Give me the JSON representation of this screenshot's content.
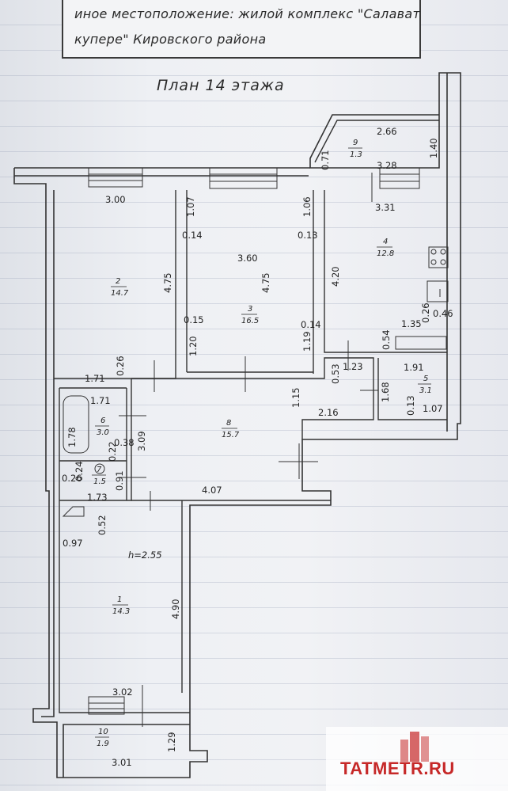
{
  "header": {
    "location_line1": "иное местоположение: жилой комплекс \"Салават",
    "location_line2": "купере\" Кировского района"
  },
  "plan_title": "План 14 этажа",
  "ceiling_height": "h=2.55",
  "rooms": [
    {
      "id": "1",
      "area": "14.3"
    },
    {
      "id": "2",
      "area": "14.7"
    },
    {
      "id": "3",
      "area": "16.5"
    },
    {
      "id": "4",
      "area": "12.8"
    },
    {
      "id": "5",
      "area": "3.1"
    },
    {
      "id": "6",
      "area": "3.0"
    },
    {
      "id": "7",
      "area": "1.5"
    },
    {
      "id": "8",
      "area": "15.7"
    },
    {
      "id": "9",
      "area": "1.3"
    },
    {
      "id": "10",
      "area": "1.9"
    }
  ],
  "dimensions": {
    "d_2_66": "2.66",
    "d_1_40": "1.40",
    "d_0_71": "0.71",
    "d_3_28": "3.28",
    "d_3_31": "3.31",
    "d_3_00": "3.00",
    "d_1_07": "1.07",
    "d_1_06": "1.06",
    "d_0_14a": "0.14",
    "d_0_13": "0.13",
    "d_3_60": "3.60",
    "d_4_75a": "4.75",
    "d_4_75b": "4.75",
    "d_4_20": "4.20",
    "d_0_15": "0.15",
    "d_0_14b": "0.14",
    "d_1_20": "1.20",
    "d_1_19": "1.19",
    "d_1_35": "1.35",
    "d_0_26a": "0.26",
    "d_0_46": "0.46",
    "d_0_54": "0.54",
    "d_1_71a": "1.71",
    "d_0_26b": "0.26",
    "d_0_53": "0.53",
    "d_1_23": "1.23",
    "d_1_91": "1.91",
    "d_1_71b": "1.71",
    "d_1_15": "1.15",
    "d_1_68": "1.68",
    "d_0_13b": "0.13",
    "d_1_07b": "1.07",
    "d_1_78": "1.78",
    "d_2_16": "2.16",
    "d_3_09": "3.09",
    "d_0_22": "0.22",
    "d_0_38": "0.38",
    "d_0_26c": "0.26",
    "d_0_24": "0.24",
    "d_0_91": "0.91",
    "d_1_73": "1.73",
    "d_4_07": "4.07",
    "d_0_52": "0.52",
    "d_0_97": "0.97",
    "d_4_90": "4.90",
    "d_3_02": "3.02",
    "d_1_29": "1.29",
    "d_3_01": "3.01"
  },
  "watermark": {
    "text": "TATMETR.RU",
    "color": "#c62828"
  }
}
